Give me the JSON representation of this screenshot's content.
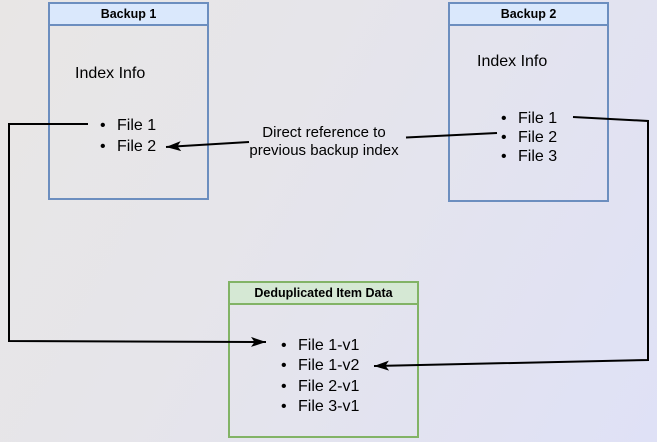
{
  "diagram": {
    "nodes": {
      "backup1": {
        "title": "Backup 1",
        "subtitle": "Index Info",
        "items": [
          "File 1",
          "File 2"
        ]
      },
      "backup2": {
        "title": "Backup 2",
        "subtitle": "Index Info",
        "items": [
          "File 1",
          "File 2",
          "File 3"
        ]
      },
      "dedup": {
        "title": "Deduplicated Item Data",
        "items": [
          "File 1-v1",
          "File 1-v2",
          "File 2-v1",
          "File 3-v1"
        ]
      }
    },
    "edges": [
      {
        "from": "Backup 1 / File 1",
        "to": "Deduplicated Item Data / File 1-v1",
        "label": ""
      },
      {
        "from": "Backup 2 / File 2",
        "to": "Backup 1 / File 2",
        "label": "Direct reference to previous backup index"
      },
      {
        "from": "Backup 2 / File 1",
        "to": "Deduplicated Item Data / File 1-v2",
        "label": ""
      }
    ],
    "annotation": {
      "line1": "Direct reference to",
      "line2": "previous backup index"
    },
    "glyphs": {
      "bullet": "•"
    },
    "colors": {
      "node_blue_fill": "#dae8fc",
      "node_blue_border": "#6c8ebf",
      "node_green_fill": "#d5e8d4",
      "node_green_border": "#82b366",
      "edge": "#000000",
      "background_start": "#e8e6e5",
      "background_end": "#dfe1f6"
    }
  }
}
